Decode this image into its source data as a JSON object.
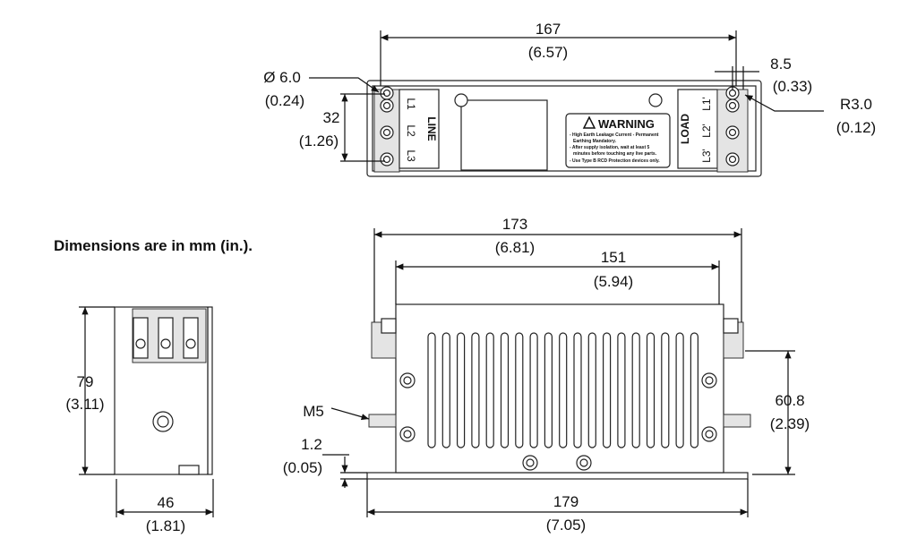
{
  "note": "Dimensions are in mm (in.).",
  "top_view": {
    "width_mm": "167",
    "width_in": "(6.57)",
    "hole_mm": "Ø 6.0",
    "hole_in": "(0.24)",
    "pitch_mm": "32",
    "pitch_in": "(1.26)",
    "slot_mm": "8.5",
    "slot_in": "(0.33)",
    "radius_mm": "R3.0",
    "radius_in": "(0.12)",
    "line_label": "LINE",
    "load_label": "LOAD",
    "line_terminals": [
      "L1",
      "L2",
      "L3"
    ],
    "load_terminals": [
      "L1'",
      "L2'",
      "L3'"
    ],
    "warning": {
      "title": "WARNING",
      "lines": [
        "- High Earth Leakage Current - Permanent",
        "Earthing Mandatory.",
        "- After supply isolation, wait at least 5",
        "minutes before touching any live parts.",
        "- Use Type B RCD Protection devices only."
      ]
    }
  },
  "side_view": {
    "height_mm": "79",
    "height_in": "(3.11)",
    "depth_mm": "46",
    "depth_in": "(1.81)"
  },
  "front_view": {
    "overall_mm": "173",
    "overall_in": "(6.81)",
    "body_mm": "151",
    "body_in": "(5.94)",
    "base_mm": "179",
    "base_in": "(7.05)",
    "height_mm": "60.8",
    "height_in": "(2.39)",
    "thread": "M5",
    "plate_mm": "1.2",
    "plate_in": "(0.05)"
  }
}
